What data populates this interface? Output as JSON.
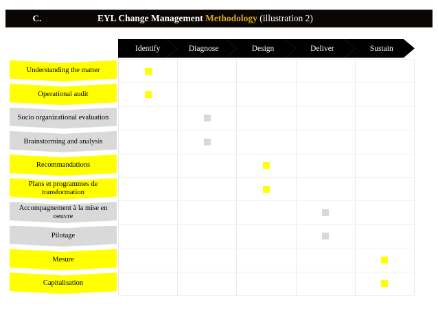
{
  "slide": {
    "index_label": "C.",
    "title_prefix": "EYL Change Management ",
    "title_accent": "Methodology",
    "title_suffix": " (illustration 2)",
    "title_bar_color": "#0a0604",
    "accent_color": "#d8a61a"
  },
  "colors": {
    "yellow": "#ffff00",
    "gray": "#d9d9d9",
    "chevron": "#000000"
  },
  "phases": [
    {
      "label": "Identify"
    },
    {
      "label": "Diagnose"
    },
    {
      "label": "Design"
    },
    {
      "label": "Deliver"
    },
    {
      "label": "Sustain"
    }
  ],
  "activities": [
    {
      "label": "Understanding the matter",
      "color": "yellow",
      "phase": 0,
      "marker": "yellow"
    },
    {
      "label": "Operational audit",
      "color": "yellow",
      "phase": 0,
      "marker": "yellow"
    },
    {
      "label": "Socio organizational evaluation",
      "color": "gray",
      "phase": 1,
      "marker": "gray"
    },
    {
      "label": "Brainstorming and analysis",
      "color": "gray",
      "phase": 1,
      "marker": "gray"
    },
    {
      "label": "Recommandations",
      "color": "yellow",
      "phase": 2,
      "marker": "yellow"
    },
    {
      "label": "Plans et programmes de transformation",
      "color": "yellow",
      "phase": 2,
      "marker": "yellow"
    },
    {
      "label": "Accompagnement à la mise en oeuvre",
      "color": "gray",
      "phase": 3,
      "marker": "gray"
    },
    {
      "label": "Pilotage",
      "color": "gray",
      "phase": 3,
      "marker": "gray"
    },
    {
      "label": "Mesure",
      "color": "yellow",
      "phase": 4,
      "marker": "yellow"
    },
    {
      "label": "Capitalisation",
      "color": "yellow",
      "phase": 4,
      "marker": "yellow"
    }
  ]
}
